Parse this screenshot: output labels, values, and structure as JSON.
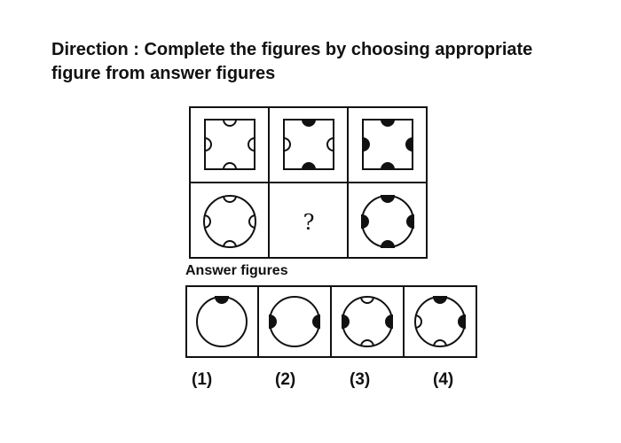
{
  "direction": {
    "line1": "Direction : Complete the figures by choosing appropriate",
    "line2": "figure from answer figures"
  },
  "question_grid": {
    "missing_mark": "?"
  },
  "answer_section": {
    "heading": "Answer figures",
    "options": [
      {
        "label": "(1)"
      },
      {
        "label": "(2)"
      },
      {
        "label": "(3)"
      },
      {
        "label": "(4)"
      }
    ]
  },
  "colors": {
    "ink": "#111111",
    "background": "#ffffff"
  }
}
